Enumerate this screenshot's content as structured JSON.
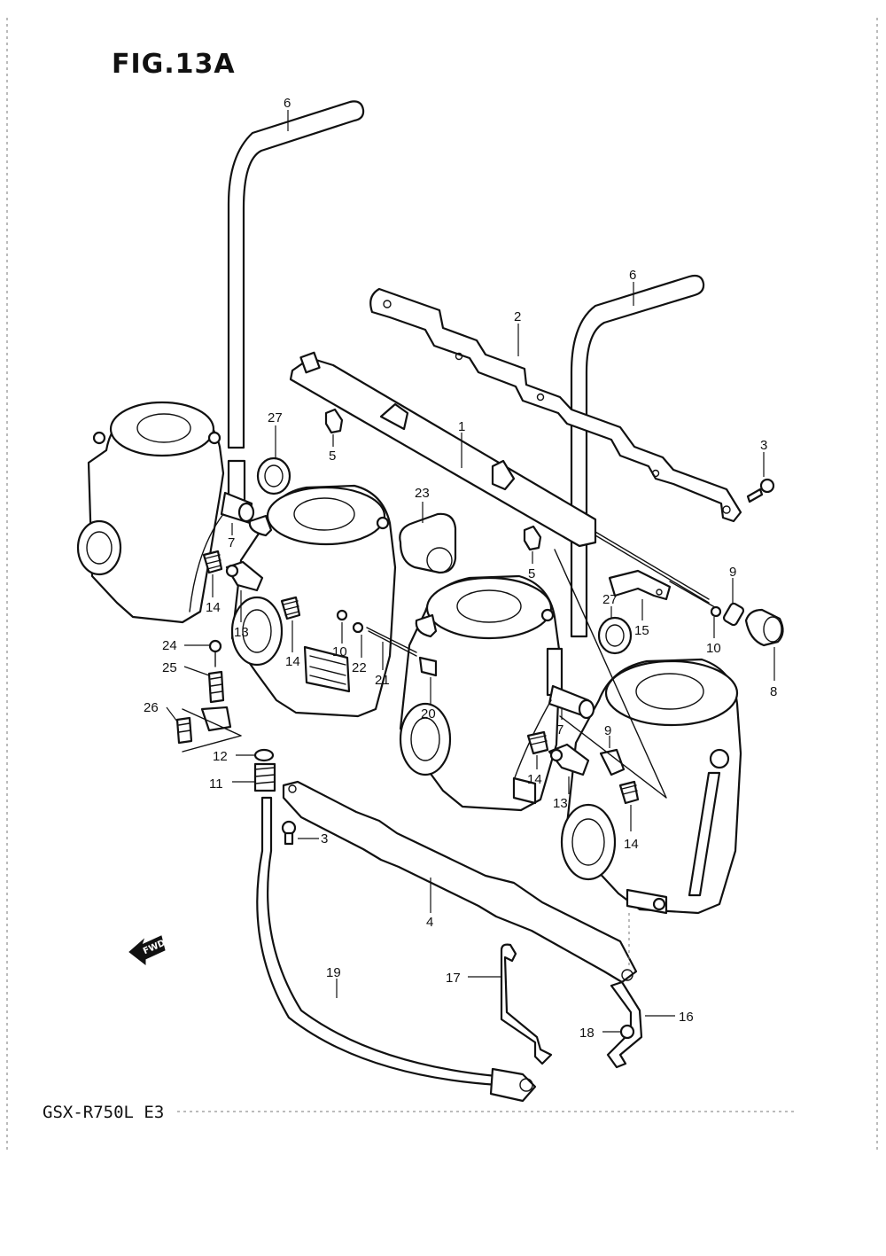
{
  "figure": {
    "title": "FIG.13A",
    "model": "GSX-R750L E3",
    "fwd_label": "FWD"
  },
  "callouts": [
    {
      "id": "c6a",
      "label": "6"
    },
    {
      "id": "c6b",
      "label": "6"
    },
    {
      "id": "c2",
      "label": "2"
    },
    {
      "id": "c1",
      "label": "1"
    },
    {
      "id": "c27a",
      "label": "27"
    },
    {
      "id": "c5a",
      "label": "5"
    },
    {
      "id": "c3a",
      "label": "3"
    },
    {
      "id": "c23",
      "label": "23"
    },
    {
      "id": "c5b",
      "label": "5"
    },
    {
      "id": "c7a",
      "label": "7"
    },
    {
      "id": "c9a",
      "label": "9"
    },
    {
      "id": "c27b",
      "label": "27"
    },
    {
      "id": "c15",
      "label": "15"
    },
    {
      "id": "c10a",
      "label": "10"
    },
    {
      "id": "c8",
      "label": "8"
    },
    {
      "id": "c14a",
      "label": "14"
    },
    {
      "id": "c13a",
      "label": "13"
    },
    {
      "id": "c14b",
      "label": "14"
    },
    {
      "id": "c10b",
      "label": "10"
    },
    {
      "id": "c22",
      "label": "22"
    },
    {
      "id": "c21",
      "label": "21"
    },
    {
      "id": "c24",
      "label": "24"
    },
    {
      "id": "c25",
      "label": "25"
    },
    {
      "id": "c26",
      "label": "26"
    },
    {
      "id": "c20",
      "label": "20"
    },
    {
      "id": "c7b",
      "label": "7"
    },
    {
      "id": "c9b",
      "label": "9"
    },
    {
      "id": "c12",
      "label": "12"
    },
    {
      "id": "c11",
      "label": "11"
    },
    {
      "id": "c14c",
      "label": "14"
    },
    {
      "id": "c13b",
      "label": "13"
    },
    {
      "id": "c14d",
      "label": "14"
    },
    {
      "id": "c3b",
      "label": "3"
    },
    {
      "id": "c4",
      "label": "4"
    },
    {
      "id": "c19",
      "label": "19"
    },
    {
      "id": "c17",
      "label": "17"
    },
    {
      "id": "c16",
      "label": "16"
    },
    {
      "id": "c18",
      "label": "18"
    }
  ]
}
